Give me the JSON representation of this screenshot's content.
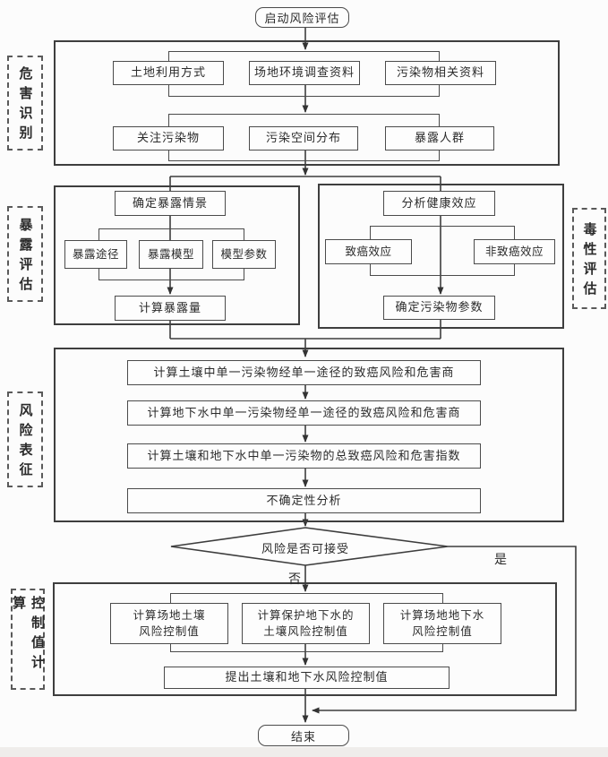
{
  "colors": {
    "line": "#3d3d3d",
    "box_border": "#4b4b4b",
    "background": "#fcfcfc",
    "bottom_strip": "#efedeb"
  },
  "flow": {
    "start_label": "启动风险评估",
    "end_label": "结束",
    "decision": {
      "label": "风险是否可接受",
      "yes_label": "是",
      "no_label": "否"
    }
  },
  "hazard": {
    "side_label": "危害识别",
    "row1": [
      "土地利用方式",
      "场地环境调查资料",
      "污染物相关资料"
    ],
    "row2": [
      "关注污染物",
      "污染空间分布",
      "暴露人群"
    ]
  },
  "exposure": {
    "side_label": "暴露评估",
    "scenario": "确定暴露情景",
    "items": [
      "暴露途径",
      "暴露模型",
      "模型参数"
    ],
    "calc": "计算暴露量"
  },
  "toxicity": {
    "side_label": "毒性评估",
    "analyze": "分析健康效应",
    "items": [
      "致癌效应",
      "非致癌效应"
    ],
    "params": "确定污染物参数"
  },
  "characterization": {
    "side_label": "风险表征",
    "steps": [
      "计算土壤中单一污染物经单一途径的致癌风险和危害商",
      "计算地下水中单一污染物经单一途径的致癌风险和危害商",
      "计算土壤和地下水中单一污染物的总致癌风险和危害指数",
      "不确定性分析"
    ]
  },
  "control": {
    "side_label": "控制值计算",
    "boxes": [
      {
        "line1": "计算场地土壤",
        "line2": "风险控制值"
      },
      {
        "line1": "计算保护地下水的",
        "line2": "土壤风险控制值"
      },
      {
        "line1": "计算场地地下水",
        "line2": "风险控制值"
      }
    ],
    "summary": "提出土壤和地下水风险控制值"
  }
}
